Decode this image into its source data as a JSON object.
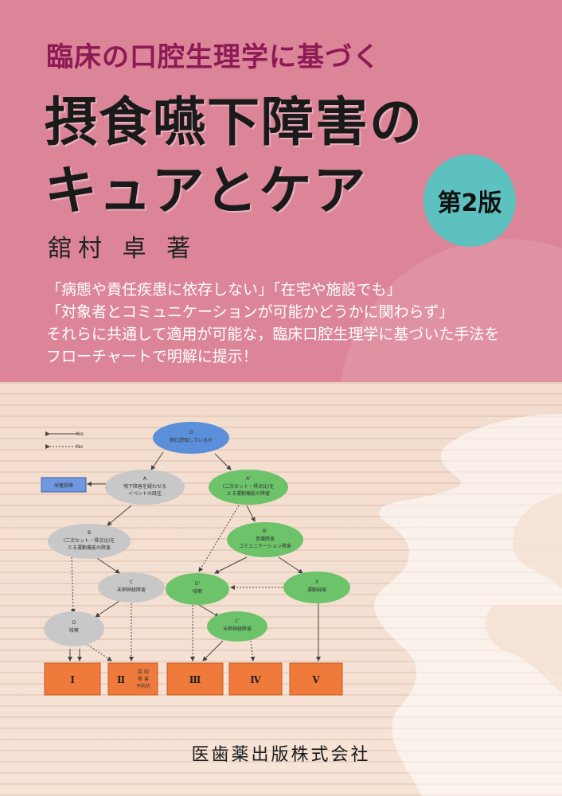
{
  "cover": {
    "subtitle": "臨床の口腔生理学に基づく",
    "title_line1": "摂食嚥下障害の",
    "title_line2": "キュアとケア",
    "edition": "第2版",
    "author": "舘村 卓 著",
    "description": [
      "「病態や責任疾患に依存しない」「在宅や施設でも」",
      "「対象者とコミュニケーションが可能かどうかに関わらず」",
      "それらに共通して適用が可能な，臨床口腔生理学に基づいた手法を",
      "フローチャートで明解に提示！"
    ],
    "publisher": "医歯薬出版株式会社"
  },
  "flowchart": {
    "legend": [
      "Yes",
      "No"
    ],
    "side_box": "栄養指導",
    "nodes": {
      "O": {
        "letter": "O",
        "text": "経口摂取しているか"
      },
      "A": {
        "letter": "A",
        "text1": "嚥下障害を疑わせる",
        "text2": "イベントの既往"
      },
      "A2": {
        "letter": "A'",
        "text1": "(二次セット・得点比)を",
        "text2": "とる運動機能の障害"
      },
      "B": {
        "letter": "B",
        "text1": "(二次セット・得点比)を",
        "text2": "とる運動機能の障害"
      },
      "B2": {
        "letter": "B'",
        "text1": "意識障害",
        "text2": "コミュニケーション障害"
      },
      "C": {
        "letter": "C",
        "text": "末梢神経障害"
      },
      "D": {
        "letter": "D",
        "text": "咳嗽"
      },
      "D2": {
        "letter": "D'",
        "text": "咳嗽"
      },
      "C2": {
        "letter": "C'",
        "text": "末梢神経障害"
      },
      "X": {
        "letter": "X",
        "text": "運動麻痺"
      }
    },
    "outcomes": [
      "Ⅰ",
      "Ⅱ",
      "Ⅲ",
      "Ⅳ",
      "Ⅴ"
    ],
    "outcome2_small": [
      "認 知",
      "障 害",
      "予防的"
    ]
  },
  "colors": {
    "top_band": "#dc8598",
    "subtitle": "#8d1a55",
    "badge": "#5cc1bf",
    "node_blue": "#5b8fd9",
    "node_gray": "#c8c8c8",
    "node_green": "#6cc36a",
    "outcome_orange": "#f07a3c"
  }
}
